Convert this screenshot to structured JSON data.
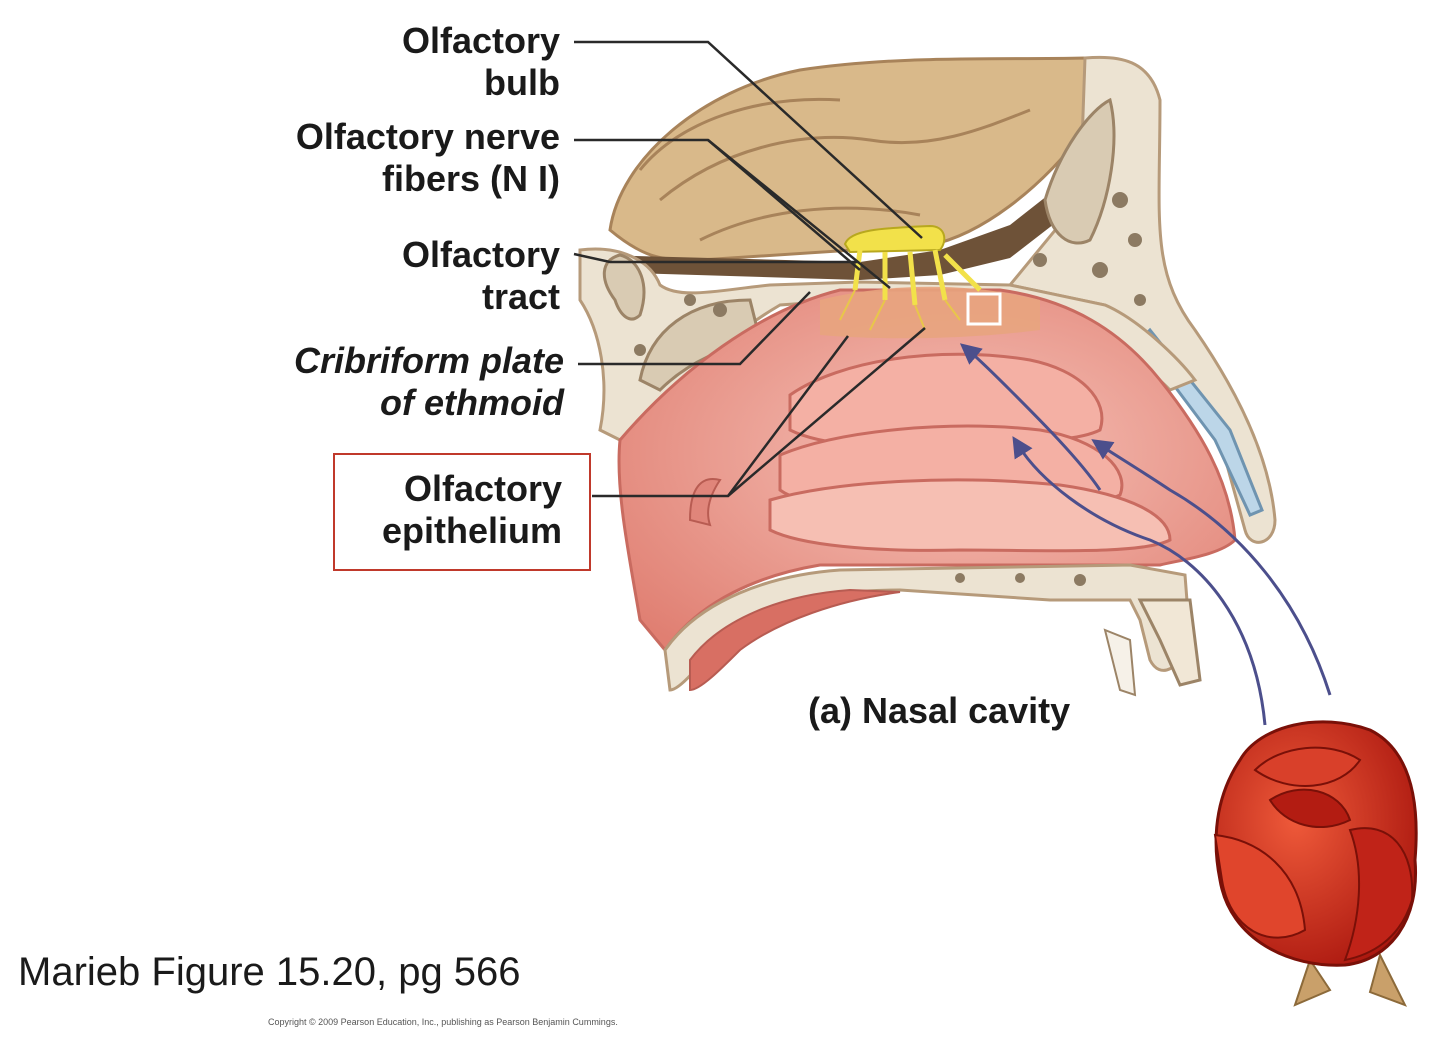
{
  "labels": {
    "olfactory_bulb": [
      "Olfactory",
      "bulb"
    ],
    "olfactory_nerve_fibers": [
      "Olfactory nerve",
      "fibers (N I)"
    ],
    "olfactory_tract": [
      "Olfactory",
      "tract"
    ],
    "cribriform_plate": [
      "Cribriform plate",
      "of ethmoid"
    ],
    "olfactory_epithelium": [
      "Olfactory",
      "epithelium"
    ]
  },
  "part_label": "(a) Nasal cavity",
  "figure_reference": "Marieb Figure 15.20, pg 566",
  "copyright": "Copyright © 2009 Pearson Education, Inc., publishing as Pearson Benjamin Cummings.",
  "colors": {
    "brain": "#d9b98a",
    "bone": "#ece3d2",
    "mucosa": "#eb9a8e",
    "nerve": "#f2e14a",
    "arrow": "#4c4f8c",
    "rose": "#c8251a",
    "highlight_box": "#c0392b"
  }
}
